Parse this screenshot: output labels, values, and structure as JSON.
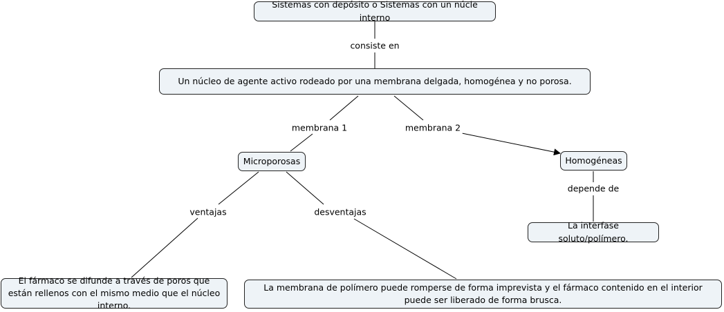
{
  "concepts": {
    "root": "Sistemas con depósito o Sistemas con un núcle interno",
    "nucleo": "Un núcleo de agente activo rodeado por una membrana delgada, homogénea y no porosa.",
    "microporosas": "Microporosas",
    "homogeneas": "Homogéneas",
    "interfase": "La interfase soluto/polímero.",
    "farmaco": "El fármaco se difunde a través de poros que están rellenos con el mismo medio que el núcleo interno.",
    "membrana_polimero": "La membrana de polímero puede romperse de forma imprevista y el fármaco contenido en el interior puede ser liberado de forma brusca."
  },
  "links": {
    "consiste_en": "consiste en",
    "membrana_1": "membrana 1",
    "membrana_2": "membrana 2",
    "depende_de": "depende de",
    "ventajas": "ventajas",
    "desventajas": "desventajas"
  },
  "colors": {
    "node_fill": "#eef3f7",
    "node_border": "#222222",
    "line": "#000000"
  }
}
